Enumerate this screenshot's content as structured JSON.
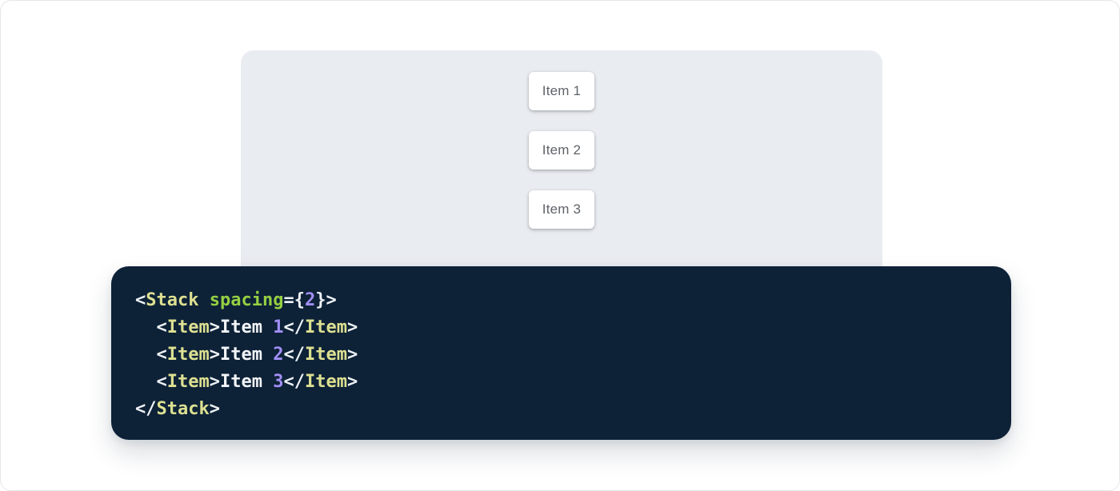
{
  "page": {
    "background": "#ffffff",
    "border_color": "#e4e7eb"
  },
  "demo": {
    "panel_bg": "#e9ecf1",
    "card_bg": "#ffffff",
    "card_text_color": "#5f6368",
    "items": [
      {
        "label": "Item 1"
      },
      {
        "label": "Item 2"
      },
      {
        "label": "Item 3"
      }
    ]
  },
  "code": {
    "background": "#0d2137",
    "colors": {
      "tag": "#dde091",
      "attr": "#95cf43",
      "number": "#a18ff5",
      "punct": "#eef2f6",
      "plain": "#f2f5f8"
    },
    "lines": [
      [
        {
          "t": "<",
          "c": "punct"
        },
        {
          "t": "Stack",
          "c": "tag"
        },
        {
          "t": " ",
          "c": "plain"
        },
        {
          "t": "spacing",
          "c": "attr"
        },
        {
          "t": "=",
          "c": "punct"
        },
        {
          "t": "{",
          "c": "punct"
        },
        {
          "t": "2",
          "c": "number"
        },
        {
          "t": "}",
          "c": "punct"
        },
        {
          "t": ">",
          "c": "punct"
        }
      ],
      [
        {
          "t": "  ",
          "c": "plain"
        },
        {
          "t": "<",
          "c": "punct"
        },
        {
          "t": "Item",
          "c": "tag"
        },
        {
          "t": ">",
          "c": "punct"
        },
        {
          "t": "Item ",
          "c": "plain"
        },
        {
          "t": "1",
          "c": "number"
        },
        {
          "t": "</",
          "c": "punct"
        },
        {
          "t": "Item",
          "c": "tag"
        },
        {
          "t": ">",
          "c": "punct"
        }
      ],
      [
        {
          "t": "  ",
          "c": "plain"
        },
        {
          "t": "<",
          "c": "punct"
        },
        {
          "t": "Item",
          "c": "tag"
        },
        {
          "t": ">",
          "c": "punct"
        },
        {
          "t": "Item ",
          "c": "plain"
        },
        {
          "t": "2",
          "c": "number"
        },
        {
          "t": "</",
          "c": "punct"
        },
        {
          "t": "Item",
          "c": "tag"
        },
        {
          "t": ">",
          "c": "punct"
        }
      ],
      [
        {
          "t": "  ",
          "c": "plain"
        },
        {
          "t": "<",
          "c": "punct"
        },
        {
          "t": "Item",
          "c": "tag"
        },
        {
          "t": ">",
          "c": "punct"
        },
        {
          "t": "Item ",
          "c": "plain"
        },
        {
          "t": "3",
          "c": "number"
        },
        {
          "t": "</",
          "c": "punct"
        },
        {
          "t": "Item",
          "c": "tag"
        },
        {
          "t": ">",
          "c": "punct"
        }
      ],
      [
        {
          "t": "</",
          "c": "punct"
        },
        {
          "t": "Stack",
          "c": "tag"
        },
        {
          "t": ">",
          "c": "punct"
        }
      ]
    ]
  }
}
